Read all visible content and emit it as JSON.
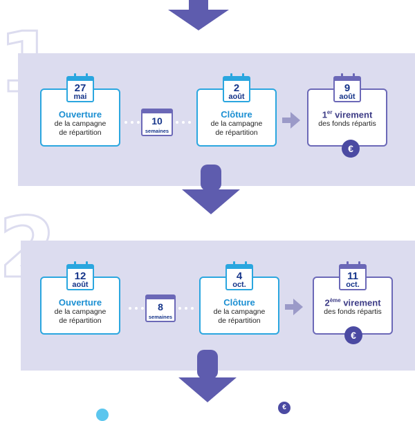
{
  "steps": [
    {
      "number": "1",
      "opening": {
        "day": "27",
        "month": "mai",
        "title": "Ouverture",
        "line1": "de la campagne",
        "line2": "de répartition"
      },
      "duration": {
        "value": "10",
        "unit": "semaines"
      },
      "closing": {
        "day": "2",
        "month": "août",
        "title": "Clôture",
        "line1": "de la campagne",
        "line2": "de répartition"
      },
      "transfer": {
        "day": "9",
        "month": "août",
        "ordinal": "1",
        "ordinal_suffix": "er",
        "title": " virement",
        "line1": "des fonds répartis"
      }
    },
    {
      "number": "2",
      "opening": {
        "day": "12",
        "month": "août",
        "title": "Ouverture",
        "line1": "de la campagne",
        "line2": "de répartition"
      },
      "duration": {
        "value": "8",
        "unit": "semaines"
      },
      "closing": {
        "day": "4",
        "month": "oct.",
        "title": "Clôture",
        "line1": "de la campagne",
        "line2": "de répartition"
      },
      "transfer": {
        "day": "11",
        "month": "oct.",
        "ordinal": "2",
        "ordinal_suffix": "ème",
        "title": " virement",
        "line1": "des fonds répartis"
      }
    }
  ],
  "icons": {
    "euro": "€",
    "flow_arrow": "down-arrow-icon",
    "step_arrow": "right-arrow-icon"
  },
  "colors": {
    "panel": "#dcdcef",
    "blue": "#2aa6df",
    "purple": "#6b68b7",
    "navy": "#16358a",
    "arrow": "#5e5cae"
  }
}
